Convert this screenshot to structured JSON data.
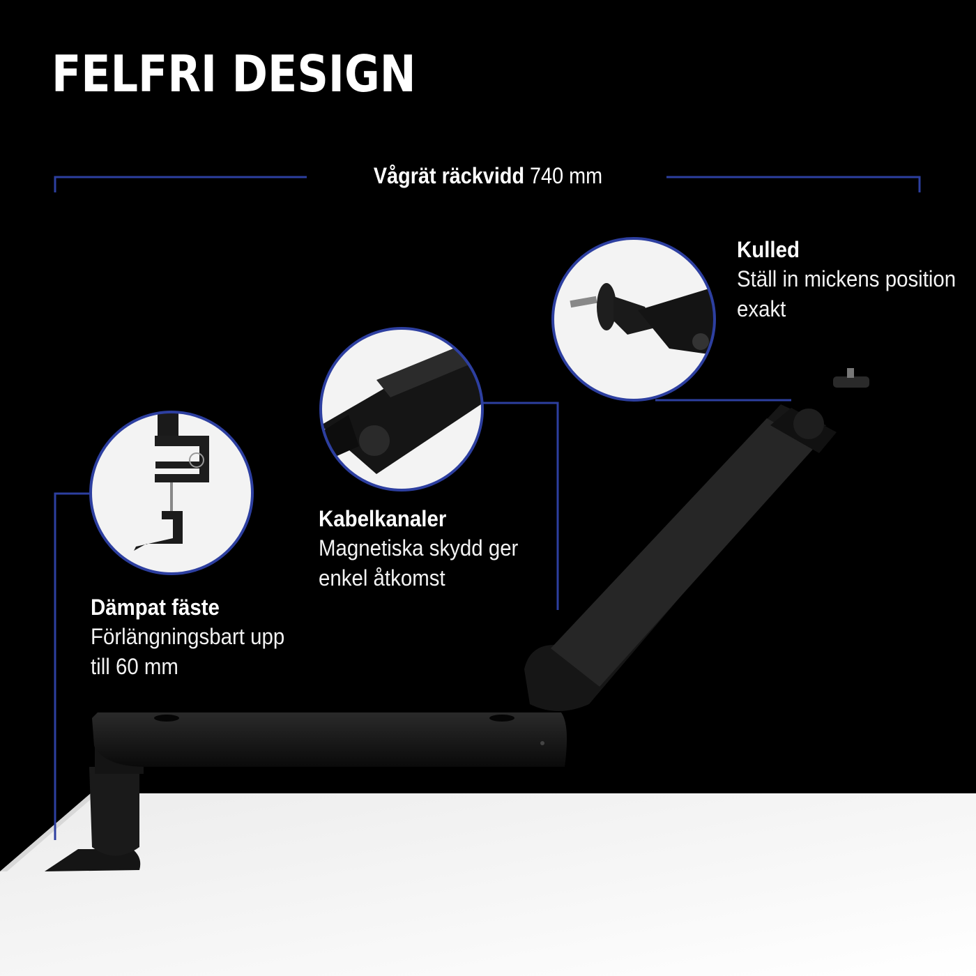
{
  "page": {
    "title": "FELFRI DESIGN",
    "accent_color": "#2d3fa0",
    "background_color": "#000000",
    "desk_color": "#f4f4f4"
  },
  "reach": {
    "label": "Vågrät räckvidd",
    "value": "740 mm"
  },
  "callouts": [
    {
      "id": "clamp",
      "heading": "Dämpat fäste",
      "lines": [
        "Förlängningsbart upp",
        "till 60 mm"
      ],
      "icon": "desk-clamp-detail"
    },
    {
      "id": "cable",
      "heading": "Kabelkanaler",
      "lines": [
        "Magnetiska skydd ger",
        "enkel åtkomst"
      ],
      "icon": "cable-channel-detail"
    },
    {
      "id": "ball",
      "heading": "Kulled",
      "lines": [
        "Ställ in mickens position",
        "exakt"
      ],
      "icon": "ball-joint-detail"
    }
  ]
}
